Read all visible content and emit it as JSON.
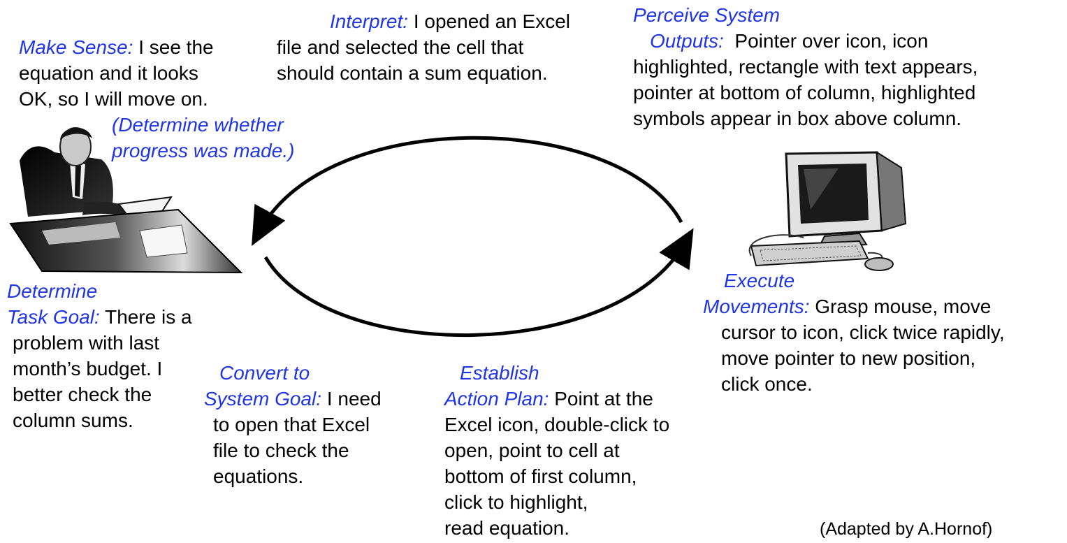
{
  "stages": {
    "make_sense": {
      "label": "Make Sense:",
      "rest": " I see the",
      "lines": [
        "equation and it looks",
        "OK, so I will move on."
      ],
      "note_lines": [
        "(Determine whether",
        "progress was made.)"
      ]
    },
    "interpret": {
      "label": "Interpret:",
      "rest": " I opened an Excel",
      "lines": [
        "file and selected the cell that",
        "should contain a sum equation."
      ]
    },
    "perceive": {
      "label_line1": "Perceive System",
      "label_line2": "Outputs:",
      "rest": "  Pointer over icon, icon",
      "lines": [
        "highlighted, rectangle with text appears,",
        "pointer at bottom of column, highlighted",
        "symbols appear in box above column."
      ]
    },
    "determine": {
      "label_line1": "Determine",
      "label_line2": "Task Goal:",
      "rest": " There is a",
      "lines": [
        "problem with last",
        "month’s budget. I",
        "better check the",
        "column sums."
      ]
    },
    "convert": {
      "label_line1": "Convert to",
      "label_line2": "System Goal:",
      "rest": " I need",
      "lines": [
        "to open that Excel",
        "file to check the",
        "equations."
      ]
    },
    "establish": {
      "label_line1": "Establish",
      "label_line2": "Action Plan:",
      "rest": " Point at the",
      "lines": [
        "Excel icon, double-click to",
        "open, point to cell at",
        "bottom of first column,",
        "click to highlight,",
        "read equation."
      ]
    },
    "execute": {
      "label_line1": "Execute",
      "label_line2": "Movements:",
      "rest": " Grasp mouse, move",
      "lines": [
        "cursor to icon, click twice rapidly,",
        "move pointer to new position,",
        "click once."
      ]
    }
  },
  "attribution": "(Adapted by A.Hornof)",
  "colors": {
    "label": "#1f35e6",
    "text": "#000000",
    "arrow": "#000000"
  },
  "icons": {
    "user": "businessman-at-desk-icon",
    "computer": "desktop-computer-icon"
  }
}
